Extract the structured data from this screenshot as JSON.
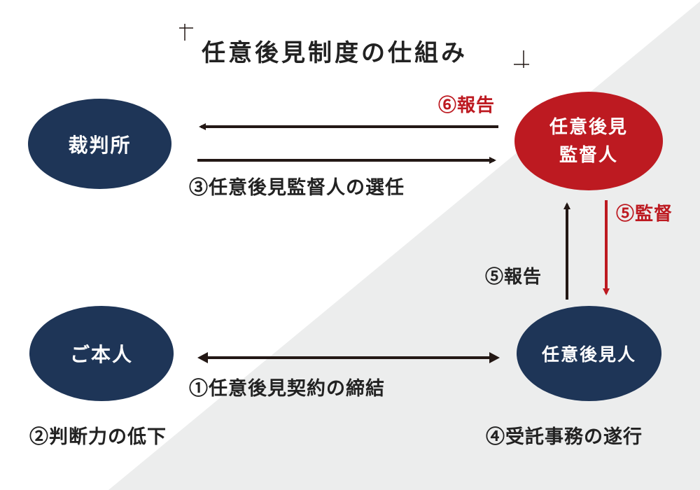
{
  "title": "任意後見制度の仕組み",
  "nodes": {
    "court": "裁判所",
    "supervisor_line1": "任意後見",
    "supervisor_line2": "監督人",
    "principal": "ご本人",
    "guardian": "任意後見人"
  },
  "labels": {
    "report_to_court": "⑥報告",
    "appoint_supervisor": "③任意後見監督人の選任",
    "supervise": "⑤監督",
    "report_to_supervisor": "⑤報告",
    "contract": "①任意後見契約の締結",
    "decline": "②判断力の低下",
    "perform_duties": "④受託事務の遂行"
  },
  "colors": {
    "navy": "#1e3557",
    "red": "#bd1a21",
    "gray_background": "#eceded",
    "arrow_dark": "#231815"
  }
}
